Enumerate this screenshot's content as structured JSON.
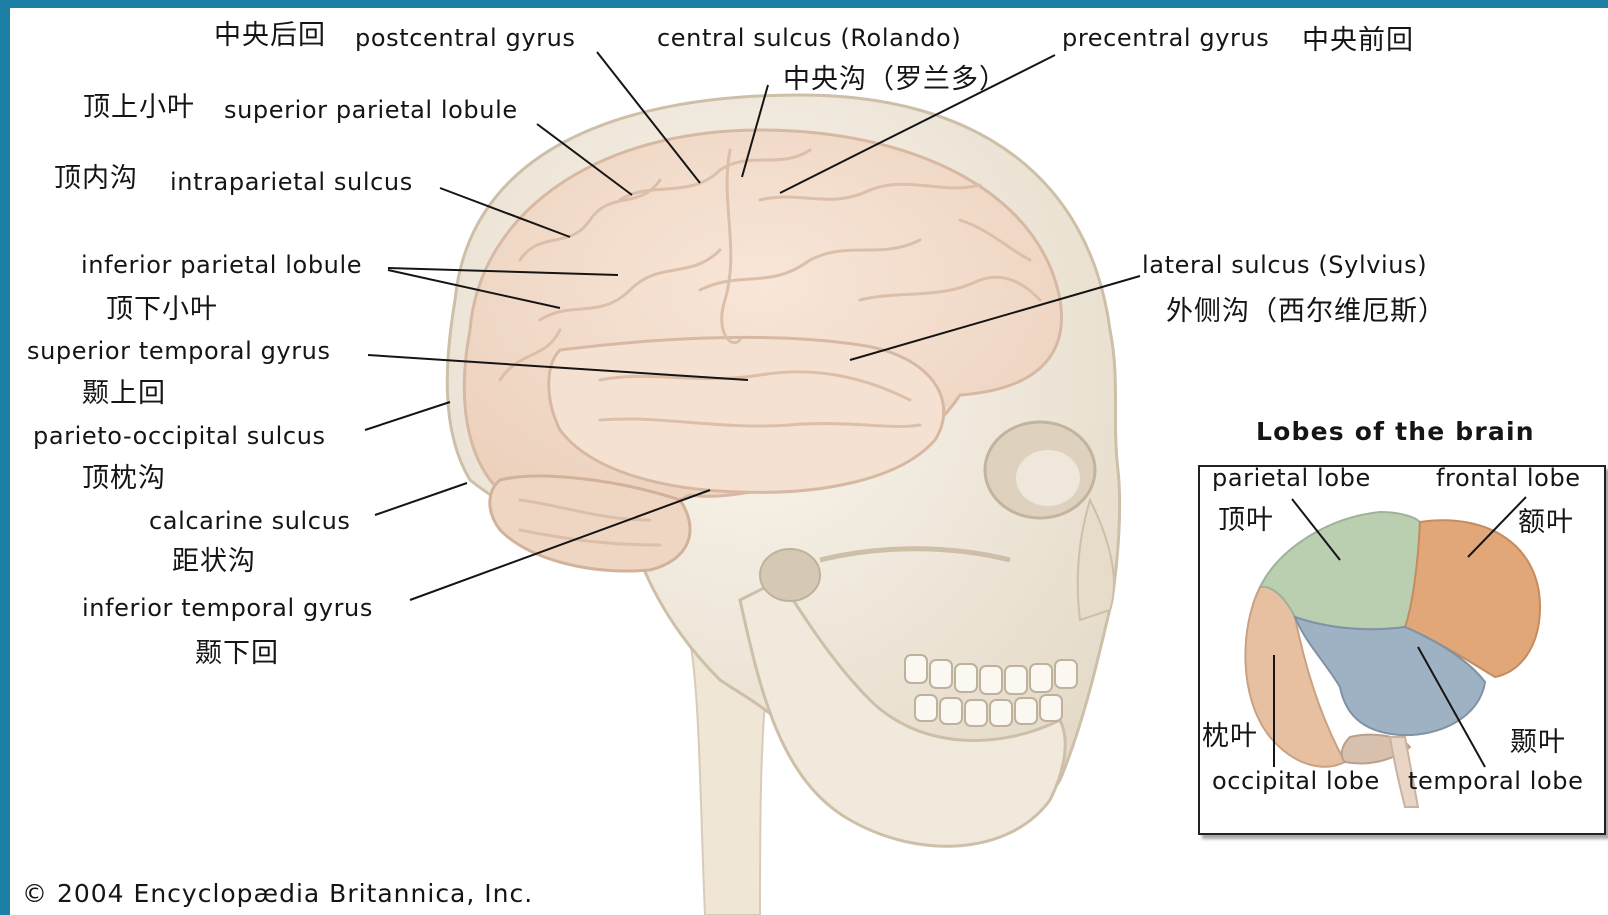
{
  "labels": {
    "postcentral_zh": "中央后回",
    "postcentral_en": "postcentral gyrus",
    "central_sulcus_en": "central sulcus (Rolando)",
    "central_sulcus_zh": "中央沟（罗兰多）",
    "precentral_en": "precentral gyrus",
    "precentral_zh": "中央前回",
    "sup_parietal_zh": "顶上小叶",
    "sup_parietal_en": "superior parietal lobule",
    "intraparietal_zh": "顶内沟",
    "intraparietal_en": "intraparietal sulcus",
    "inf_parietal_en": "inferior parietal lobule",
    "inf_parietal_zh": "顶下小叶",
    "sup_temporal_en": "superior temporal gyrus",
    "sup_temporal_zh": "颞上回",
    "parieto_occipital_en": "parieto-occipital sulcus",
    "parieto_occipital_zh": "顶枕沟",
    "calcarine_en": "calcarine sulcus",
    "calcarine_zh": "距状沟",
    "inf_temporal_en": "inferior temporal gyrus",
    "inf_temporal_zh": "颞下回",
    "lateral_sulcus_en": "lateral sulcus (Sylvius)",
    "lateral_sulcus_zh": "外侧沟（西尔维厄斯）"
  },
  "inset": {
    "title": "Lobes of the brain",
    "parietal_en": "parietal lobe",
    "parietal_zh": "顶叶",
    "frontal_en": "frontal lobe",
    "frontal_zh": "额叶",
    "occipital_zh": "枕叶",
    "occipital_en": "occipital lobe",
    "temporal_zh": "颞叶",
    "temporal_en": "temporal lobe",
    "colors": {
      "parietal": "#b9cfb0",
      "frontal": "#e2a778",
      "temporal": "#9fb2c4",
      "occipital": "#e6c0a0"
    }
  },
  "copyright": "© 2004 Encyclopædia Britannica, Inc.",
  "colors": {
    "background_border": "#1c7fa6",
    "brain": "#f3ddcc",
    "skull": "#f4eee3"
  }
}
